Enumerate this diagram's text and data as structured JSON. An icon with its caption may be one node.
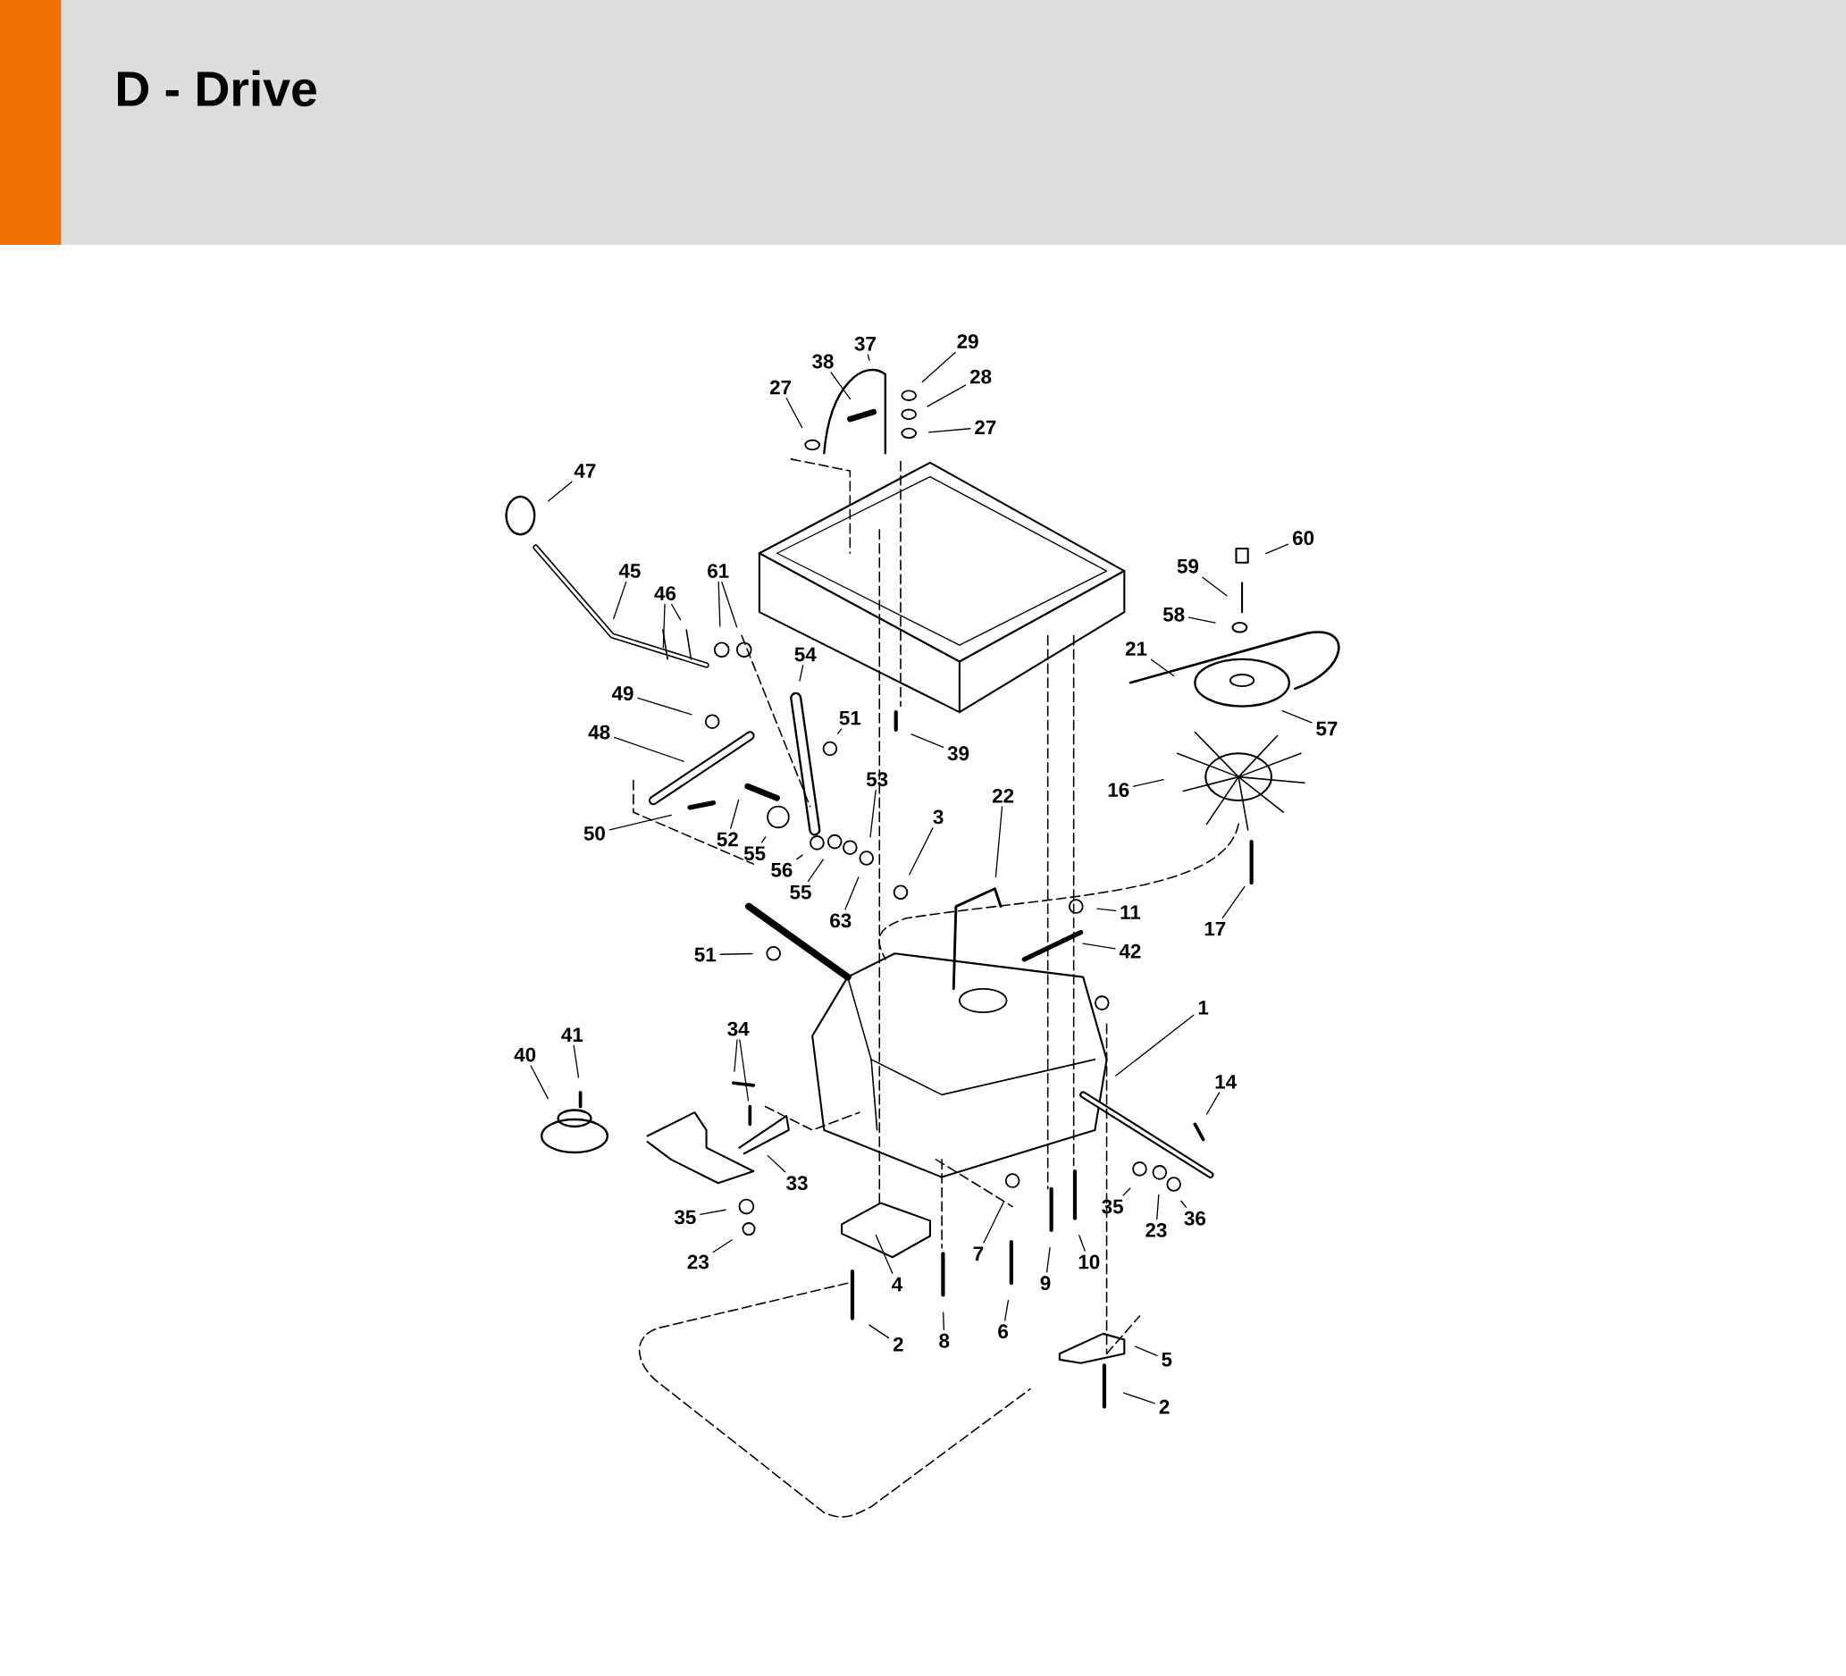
{
  "diagram": {
    "title": "D - Drive",
    "nodes": [
      {
        "text": [
          "38"
        ]
      },
      {
        "text": [
          "37"
        ]
      },
      {
        "text": [
          "29"
        ]
      },
      {
        "text": [
          "28"
        ]
      },
      {
        "text": [
          "27"
        ]
      },
      {
        "text": [
          "27"
        ]
      },
      {
        "text": [
          "47"
        ]
      },
      {
        "text": [
          "60"
        ]
      },
      {
        "text": [
          "59"
        ]
      },
      {
        "text": [
          "58"
        ]
      },
      {
        "text": [
          "45"
        ]
      },
      {
        "text": [
          "46"
        ]
      },
      {
        "text": [
          "61"
        ]
      },
      {
        "text": [
          "21"
        ]
      },
      {
        "text": [
          "54"
        ]
      },
      {
        "text": [
          "57"
        ]
      },
      {
        "text": [
          "51"
        ]
      },
      {
        "text": [
          "49"
        ]
      },
      {
        "text": [
          "48"
        ]
      },
      {
        "text": [
          "39"
        ]
      },
      {
        "text": [
          "16"
        ]
      },
      {
        "text": [
          "53"
        ]
      },
      {
        "text": [
          "22"
        ]
      },
      {
        "text": [
          "3"
        ]
      },
      {
        "text": [
          "50"
        ]
      },
      {
        "text": [
          "52"
        ]
      },
      {
        "text": [
          "55"
        ]
      },
      {
        "text": [
          "56"
        ]
      },
      {
        "text": [
          "55"
        ]
      },
      {
        "text": [
          "63"
        ]
      },
      {
        "text": [
          "11"
        ]
      },
      {
        "text": [
          "17"
        ]
      },
      {
        "text": [
          "42"
        ]
      },
      {
        "text": [
          "51"
        ]
      },
      {
        "text": [
          "1"
        ]
      },
      {
        "text": [
          "41"
        ]
      },
      {
        "text": [
          "40"
        ]
      },
      {
        "text": [
          "34"
        ]
      },
      {
        "text": [
          "14"
        ]
      },
      {
        "text": [
          "33"
        ]
      },
      {
        "text": [
          "35"
        ]
      },
      {
        "text": [
          "23"
        ]
      },
      {
        "text": [
          "35"
        ]
      },
      {
        "text": [
          "23"
        ]
      },
      {
        "text": [
          "36"
        ]
      },
      {
        "text": [
          "7"
        ]
      },
      {
        "text": [
          "4"
        ]
      },
      {
        "text": [
          "9"
        ]
      },
      {
        "text": [
          "10"
        ]
      },
      {
        "text": [
          "8"
        ]
      },
      {
        "text": [
          "6"
        ]
      },
      {
        "text": [
          "2"
        ]
      },
      {
        "text": [
          "5"
        ]
      },
      {
        "text": [
          "2"
        ]
      }
    ],
    "edges": [
      {
        "from": 0,
        "to": null,
        "arrow": "none"
      },
      {
        "from": 1,
        "to": null,
        "arrow": "none"
      },
      {
        "from": 2,
        "to": null,
        "arrow": "none"
      },
      {
        "from": 3,
        "to": null,
        "arrow": "none"
      },
      {
        "from": 4,
        "to": null,
        "arrow": "none"
      },
      {
        "from": 5,
        "to": null,
        "arrow": "none"
      },
      {
        "from": 6,
        "to": null,
        "arrow": "none"
      },
      {
        "from": 7,
        "to": null,
        "arrow": "none"
      },
      {
        "from": 8,
        "to": null,
        "arrow": "none"
      },
      {
        "from": 9,
        "to": null,
        "arrow": "none"
      },
      {
        "from": 10,
        "to": null,
        "arrow": "none"
      },
      {
        "from": 11,
        "to": null,
        "arrow": "none"
      },
      {
        "from": 11,
        "to": null,
        "arrow": "none"
      },
      {
        "from": 12,
        "to": null,
        "arrow": "none"
      },
      {
        "from": 12,
        "to": null,
        "arrow": "none"
      },
      {
        "from": 13,
        "to": null,
        "arrow": "none"
      },
      {
        "from": 14,
        "to": null,
        "arrow": "none"
      },
      {
        "from": 15,
        "to": null,
        "arrow": "none"
      },
      {
        "from": 16,
        "to": null,
        "arrow": "none"
      },
      {
        "from": 17,
        "to": null,
        "arrow": "none"
      },
      {
        "from": 18,
        "to": null,
        "arrow": "none"
      },
      {
        "from": 19,
        "to": null,
        "arrow": "none"
      },
      {
        "from": 20,
        "to": null,
        "arrow": "none"
      },
      {
        "from": 21,
        "to": null,
        "arrow": "none"
      },
      {
        "from": 22,
        "to": null,
        "arrow": "none"
      },
      {
        "from": 23,
        "to": null,
        "arrow": "none"
      },
      {
        "from": 24,
        "to": null,
        "arrow": "none"
      },
      {
        "from": 25,
        "to": null,
        "arrow": "none"
      },
      {
        "from": 26,
        "to": null,
        "arrow": "none"
      },
      {
        "from": 27,
        "to": null,
        "arrow": "none"
      },
      {
        "from": 28,
        "to": null,
        "arrow": "none"
      },
      {
        "from": 29,
        "to": null,
        "arrow": "none"
      },
      {
        "from": 30,
        "to": null,
        "arrow": "none"
      },
      {
        "from": 31,
        "to": null,
        "arrow": "none"
      },
      {
        "from": 32,
        "to": null,
        "arrow": "none"
      },
      {
        "from": 33,
        "to": null,
        "arrow": "none"
      },
      {
        "from": 34,
        "to": null,
        "arrow": "none"
      },
      {
        "from": 35,
        "to": null,
        "arrow": "none"
      },
      {
        "from": 36,
        "to": null,
        "arrow": "none"
      },
      {
        "from": 37,
        "to": null,
        "arrow": "none"
      },
      {
        "from": 37,
        "to": null,
        "arrow": "none"
      },
      {
        "from": 38,
        "to": null,
        "arrow": "none"
      },
      {
        "from": 39,
        "to": null,
        "arrow": "none"
      },
      {
        "from": 40,
        "to": null,
        "arrow": "none"
      },
      {
        "from": 41,
        "to": null,
        "arrow": "none"
      },
      {
        "from": 42,
        "to": null,
        "arrow": "none"
      },
      {
        "from": 43,
        "to": null,
        "arrow": "none"
      },
      {
        "from": 44,
        "to": null,
        "arrow": "none"
      },
      {
        "from": 45,
        "to": null,
        "arrow": "none"
      },
      {
        "from": 46,
        "to": null,
        "arrow": "none"
      },
      {
        "from": 47,
        "to": null,
        "arrow": "none"
      },
      {
        "from": 48,
        "to": null,
        "arrow": "none"
      },
      {
        "from": 49,
        "to": null,
        "arrow": "none"
      },
      {
        "from": 50,
        "to": null,
        "arrow": "none"
      },
      {
        "from": 51,
        "to": null,
        "arrow": "none"
      },
      {
        "from": 52,
        "to": null,
        "arrow": "none"
      },
      {
        "from": 53,
        "to": null,
        "arrow": "none"
      }
    ]
  }
}
